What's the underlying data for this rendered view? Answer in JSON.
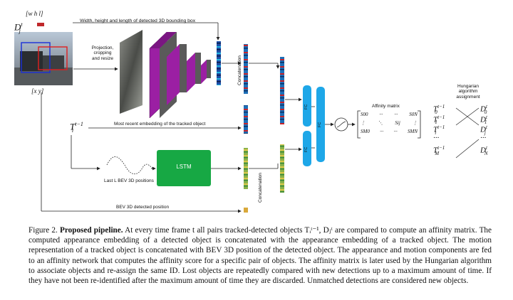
{
  "figure": {
    "bbox_dims_label": "Width, height and length of detected 3D bounding box",
    "bbox_vars": "[w   h   l]",
    "detection_symbol": "D",
    "detection_sup": "t",
    "detection_sub": "j",
    "position_vars": "[x   y]",
    "projection_label_lines": [
      "Projection,",
      "cropping",
      "and resize"
    ],
    "tracked_symbol": "T",
    "tracked_sup": "t−1",
    "tracked_sub": "i",
    "recent_embedding_label": "Most recent embedding of the tracked object",
    "lstm_label": "LSTM",
    "bev_positions_label": "Last L BEV 3D positions",
    "bev_detected_label": "BEV 3D detected position",
    "concat_label": "Concatenation",
    "fc_label": "FC",
    "affinity_title": "Affinity matrix",
    "affinity_rows": [
      [
        "S00",
        "···",
        "···",
        "S0N"
      ],
      [
        "⋮",
        "⋱",
        "Sij",
        "⋮"
      ],
      [
        "SM0",
        "···",
        "···",
        "SMN"
      ]
    ],
    "hungarian_label_lines": [
      "Hungarian",
      "algorithm",
      "assignment"
    ],
    "left_assign": [
      {
        "sym": "T",
        "sup": "t−1",
        "sub": "0"
      },
      {
        "sym": "T",
        "sup": "t−1",
        "sub": "1"
      },
      {
        "sym": "T",
        "sup": "t−1",
        "sub": "i"
      },
      {
        "sym": "···",
        "sup": "",
        "sub": ""
      },
      {
        "sym": "T",
        "sup": "t−1",
        "sub": "M"
      }
    ],
    "right_assign": [
      {
        "sym": "D",
        "sup": "t",
        "sub": "0"
      },
      {
        "sym": "D",
        "sup": "t",
        "sub": "1"
      },
      {
        "sym": "D",
        "sup": "t",
        "sub": "j"
      },
      {
        "sym": "···",
        "sup": "",
        "sub": ""
      },
      {
        "sym": "D",
        "sup": "t",
        "sub": "N"
      }
    ]
  },
  "caption": {
    "label": "Figure 2.",
    "title": "Proposed pipeline.",
    "text": "At every time frame t all pairs tracked-detected objects Tᵢᵗ⁻¹, Dⱼᵗ are compared to compute an affinity matrix. The computed appearance embedding of a detected object is concatenated with the appearance embedding of a tracked object. The motion representation of a tracked object is concatenated with BEV 3D position of the detected object. The appearance and motion components are fed to an affinity network that computes the affinity score for a specific pair of objects. The affinity matrix is later used by the Hungarian algorithm to associate objects and re-assign the same ID. Lost objects are repeatedly compared with new detections up to a maximum amount of time. If they have not been re-identified after the maximum amount of time they are discarded. Unmatched detections are considered new objects."
  },
  "colors": {
    "cnn_purple": "#9b1fa3",
    "fc_blue": "#1ea7e8",
    "lstm_green": "#17a844",
    "bbox_red": "#e02020",
    "bbox_blue": "#1a2fd8"
  }
}
